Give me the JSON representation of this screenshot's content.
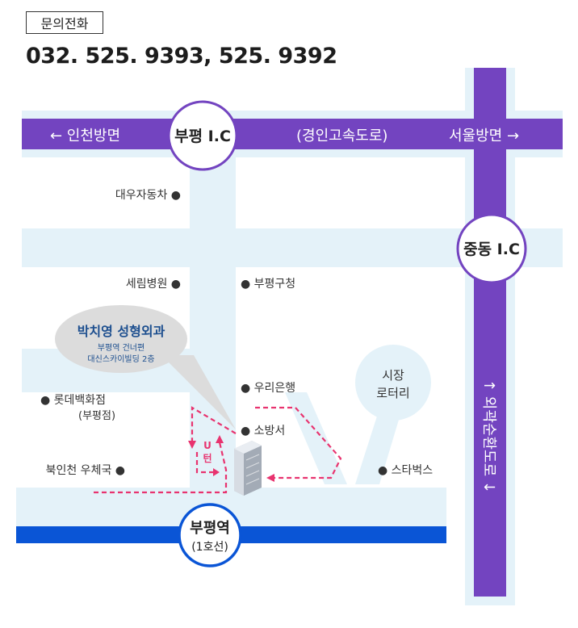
{
  "header": {
    "inquiry_label": "문의전화",
    "phone_numbers": "032. 525. 9393,  525. 9392"
  },
  "colors": {
    "highway": "#7344c0",
    "road_light": "#e4f2f9",
    "subway_line": "#0a55d6",
    "route": "#e8336f",
    "hospital_text": "#1d4f8f",
    "callout_bg": "#dcdcdc"
  },
  "map": {
    "highway_top": {
      "left_label": "←  인천방면",
      "center_label": "(경인고속도로)",
      "right_label": "서울방면  →"
    },
    "interchanges": {
      "bupyeong_ic": "부평 I.C",
      "jungdong_ic": "중동 I.C"
    },
    "vertical_road_label": "↑  외곽순환도로  ↓",
    "landmarks": {
      "daewoo": "대우자동차 ●",
      "serim": "세림병원 ●",
      "bupyeong_office": "● 부평구청",
      "woori_bank": "● 우리은행",
      "lotte": "● 롯데백화점",
      "lotte_sub": "(부평점)",
      "fire_station": "● 소방서",
      "post_office": "북인천 우체국 ●",
      "starbucks": "● 스타벅스"
    },
    "market_rotary": {
      "line1": "시장",
      "line2": "로터리"
    },
    "hospital": {
      "name": "박치영 성형외과",
      "sub1": "부평역 건너편",
      "sub2": "대신스카이빌딩 2층"
    },
    "uturn": {
      "line1": "U",
      "line2": "턴"
    },
    "station": {
      "name": "부평역",
      "line": "(1호선)"
    }
  }
}
